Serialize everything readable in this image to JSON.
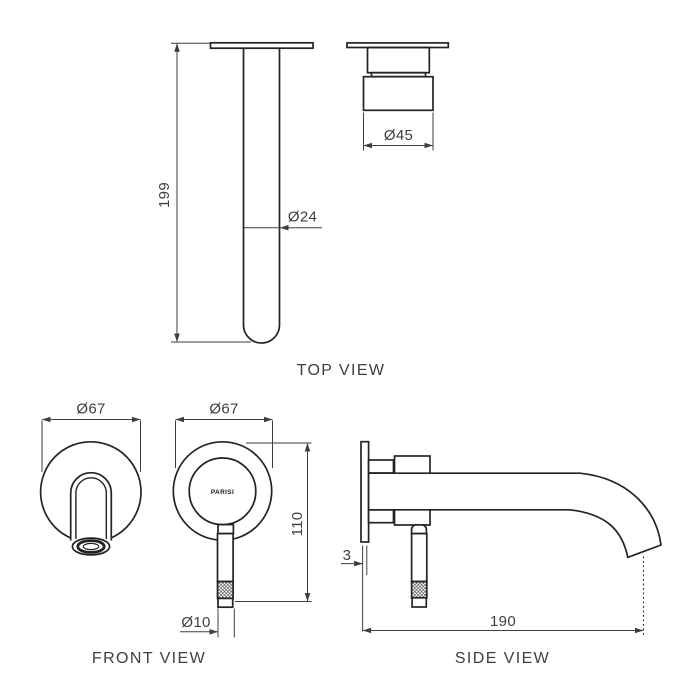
{
  "drawing": {
    "brand_label": "PARISI",
    "top_view": {
      "label": "TOP VIEW",
      "spout_length": "199",
      "spout_diameter": "Ø24",
      "handle_diameter": "Ø45"
    },
    "front_view": {
      "label": "FRONT VIEW",
      "spout_flange_diameter": "Ø67",
      "handle_flange_diameter": "Ø67",
      "handle_overall_height": "110",
      "lever_diameter": "Ø10"
    },
    "side_view": {
      "label": "SIDE VIEW",
      "plate_thickness": "3",
      "spout_projection": "190"
    },
    "colors": {
      "object_line": "#232323",
      "dimension_line": "#3e3e3e",
      "text": "#3e3e3e",
      "background": "#ffffff"
    }
  }
}
